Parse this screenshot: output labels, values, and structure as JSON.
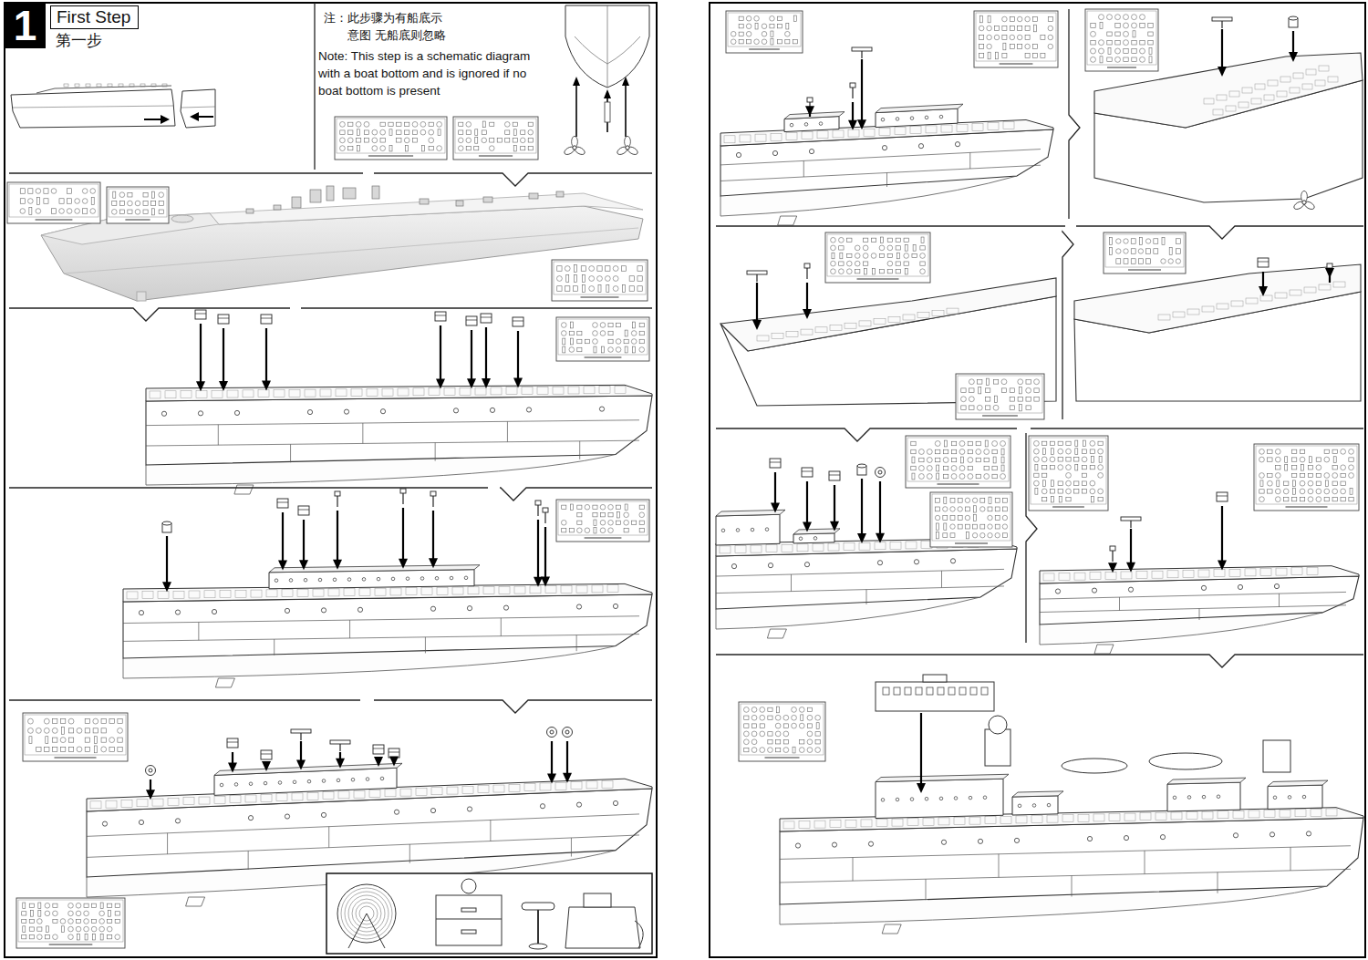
{
  "diagram": {
    "nodes": [
      {
        "text": [
          "1"
        ]
      },
      {
        "text": [
          "First Step",
          "第一步"
        ]
      }
    ],
    "labels": [
      "注：此步骤为有船底示意图 无船底则忽略",
      "Note: This step is a schematic diagram with a boat bottom and is ignored if no boat bottom is present"
    ]
  }
}
